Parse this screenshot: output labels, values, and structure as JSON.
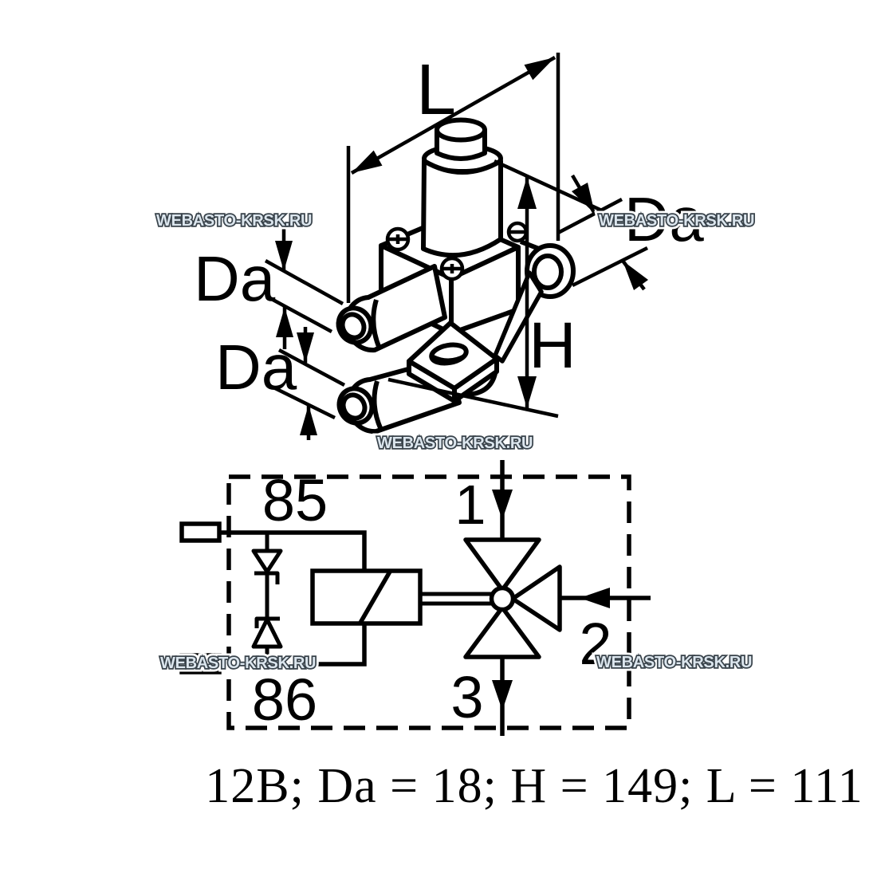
{
  "drawing": {
    "dim_length_label": "L",
    "dim_height_label": "H",
    "dim_diameter_label": "Da"
  },
  "schematic": {
    "terminal_top_label": "85",
    "terminal_bottom_label": "86",
    "port_in_label": "1",
    "port_side_label": "2",
    "port_out_label": "3"
  },
  "watermark_text": "WEBASTO-KRSK.RU",
  "caption_text": "12В; Da = 18; H = 149; L = 111",
  "colors": {
    "line": "#000000",
    "background": "#ffffff",
    "watermark_fill": "#dce6ee",
    "watermark_outline": "#39434b"
  }
}
